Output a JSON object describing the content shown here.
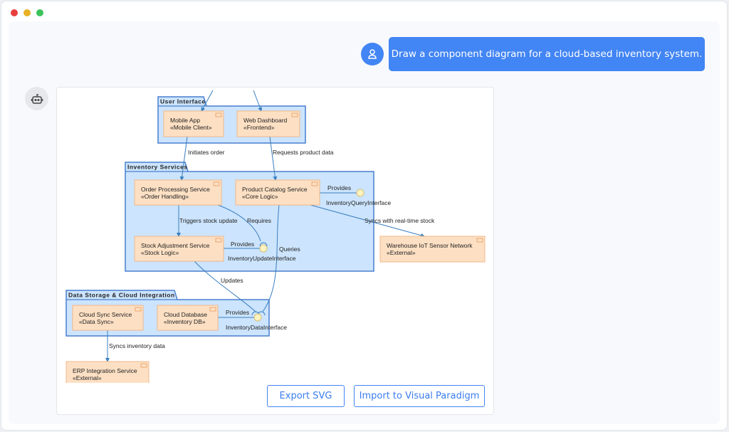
{
  "window": {
    "controls": [
      "close",
      "minimize",
      "maximize"
    ],
    "colors": {
      "close": "#e8403e",
      "minimize": "#e9b123",
      "maximize": "#3cc25a"
    }
  },
  "user_message": {
    "text": "Draw a component diagram for a cloud-based inventory system.",
    "icon": "user-icon",
    "color": "#4285f4"
  },
  "bot": {
    "icon": "robot-icon"
  },
  "diagram": {
    "packages": {
      "ui": "User Interface",
      "services": "Inventory Services",
      "storage": "Data Storage & Cloud Integration"
    },
    "components": {
      "mobile": [
        "Mobile App",
        "«Mobile Client»"
      ],
      "web": [
        "Web Dashboard",
        "«Frontend»"
      ],
      "order": [
        "Order Processing Service",
        "«Order Handling»"
      ],
      "catalog": [
        "Product Catalog Service",
        "«Core Logic»"
      ],
      "stock": [
        "Stock Adjustment Service",
        "«Stock Logic»"
      ],
      "warehouse": [
        "Warehouse IoT Sensor Network",
        "«External»"
      ],
      "sync": [
        "Cloud Sync Service",
        "«Data Sync»"
      ],
      "db": [
        "Cloud Database",
        "«Inventory DB»"
      ],
      "erp": [
        "ERP Integration Service",
        "«External»"
      ]
    },
    "interfaces": {
      "query": "InventoryQueryInterface",
      "update": "InventoryUpdateInterface",
      "data": "InventoryDataInterface"
    },
    "labels": {
      "initiates": "Initiates order",
      "requests": "Requests product data",
      "provides1": "Provides",
      "syncs_rt": "Syncs with real-time stock",
      "triggers": "Triggers stock update",
      "requires": "Requires",
      "provides2": "Provides",
      "queries": "Queries",
      "updates": "Updates",
      "provides3": "Provides",
      "syncs_inv": "Syncs inventory data"
    },
    "colors": {
      "package_fill": "#cce4fd",
      "package_stroke": "#4a7fcf",
      "component_fill": "#fde0c4",
      "component_stroke": "#f0b888",
      "edge": "#3a7fc0",
      "interface_fill": "#fdf3c0"
    }
  },
  "actions": {
    "export": "Export SVG",
    "import": "Import to Visual Paradigm"
  }
}
